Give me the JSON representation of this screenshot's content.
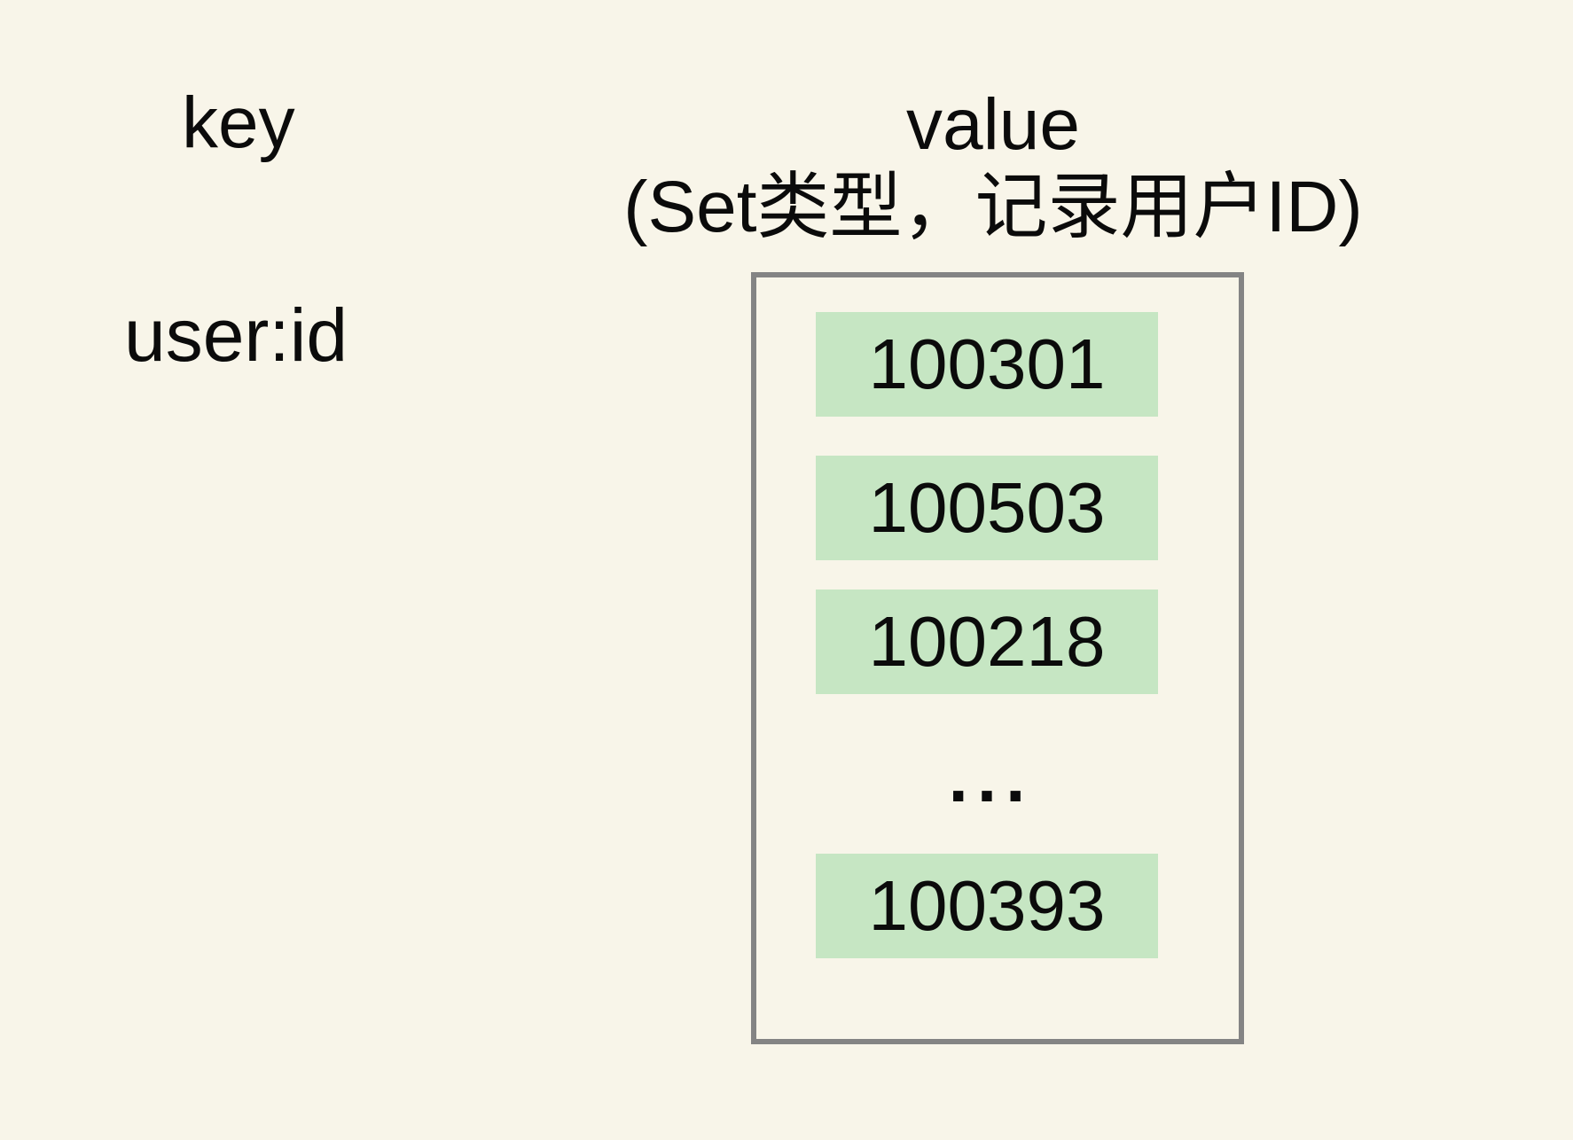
{
  "colors": {
    "page_bg": "#F8F5E9",
    "item_bg": "#C6E6C3",
    "box_border": "#848484",
    "text": "#0B0B0B"
  },
  "key_column": {
    "header": "key",
    "entry": "user:id"
  },
  "value_column": {
    "header": "value",
    "subtitle": "(Set类型，记录用户ID)",
    "set_items": [
      "100301",
      "100503",
      "100218",
      "100393"
    ],
    "ellipsis": "..."
  }
}
